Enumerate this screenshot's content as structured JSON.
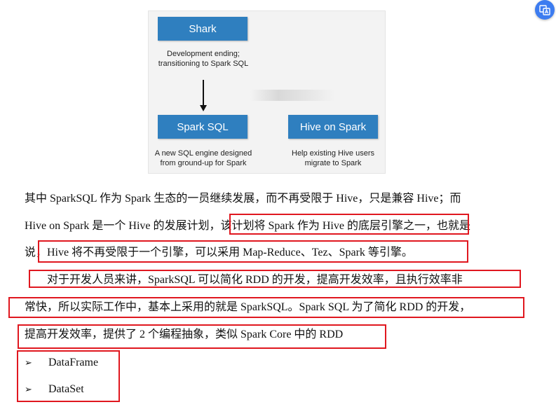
{
  "diagram": {
    "spark_box": "Shark",
    "spark_caption": "Development ending;\ntransitioning to Spark SQL",
    "sparksql_box": "Spark SQL",
    "sparksql_caption": "A new SQL engine designed\nfrom ground-up for Spark",
    "hive_box": "Hive on Spark",
    "hive_caption": "Help existing Hive users\nmigrate to Spark",
    "box_color": "#2f7fbf"
  },
  "text": {
    "l1": "其中 SparkSQL 作为 Spark 生态的一员继续发展，而不再受限于 Hive，只是兼容 Hive；而",
    "l2": "Hive on Spark 是一个 Hive 的发展计划，该计划将 Spark 作为 Hive 的底层引擎之一，也就是",
    "l3": "说，Hive 将不再受限于一个引擎，可以采用 Map-Reduce、Tez、Spark 等引擎。",
    "l4": "对于开发人员来讲，SparkSQL 可以简化 RDD 的开发，提高开发效率，且执行效率非",
    "l5": "常快，所以实际工作中，基本上采用的就是 SparkSQL。Spark SQL 为了简化 RDD 的开发，",
    "l6": "提高开发效率，提供了 2 个编程抽象，类似 Spark Core 中的 RDD"
  },
  "bullets": [
    {
      "mark": "➢",
      "label": "DataFrame"
    },
    {
      "mark": "➢",
      "label": "DataSet"
    }
  ],
  "highlight_color": "#e0171f",
  "fab_icon": "translate-icon"
}
